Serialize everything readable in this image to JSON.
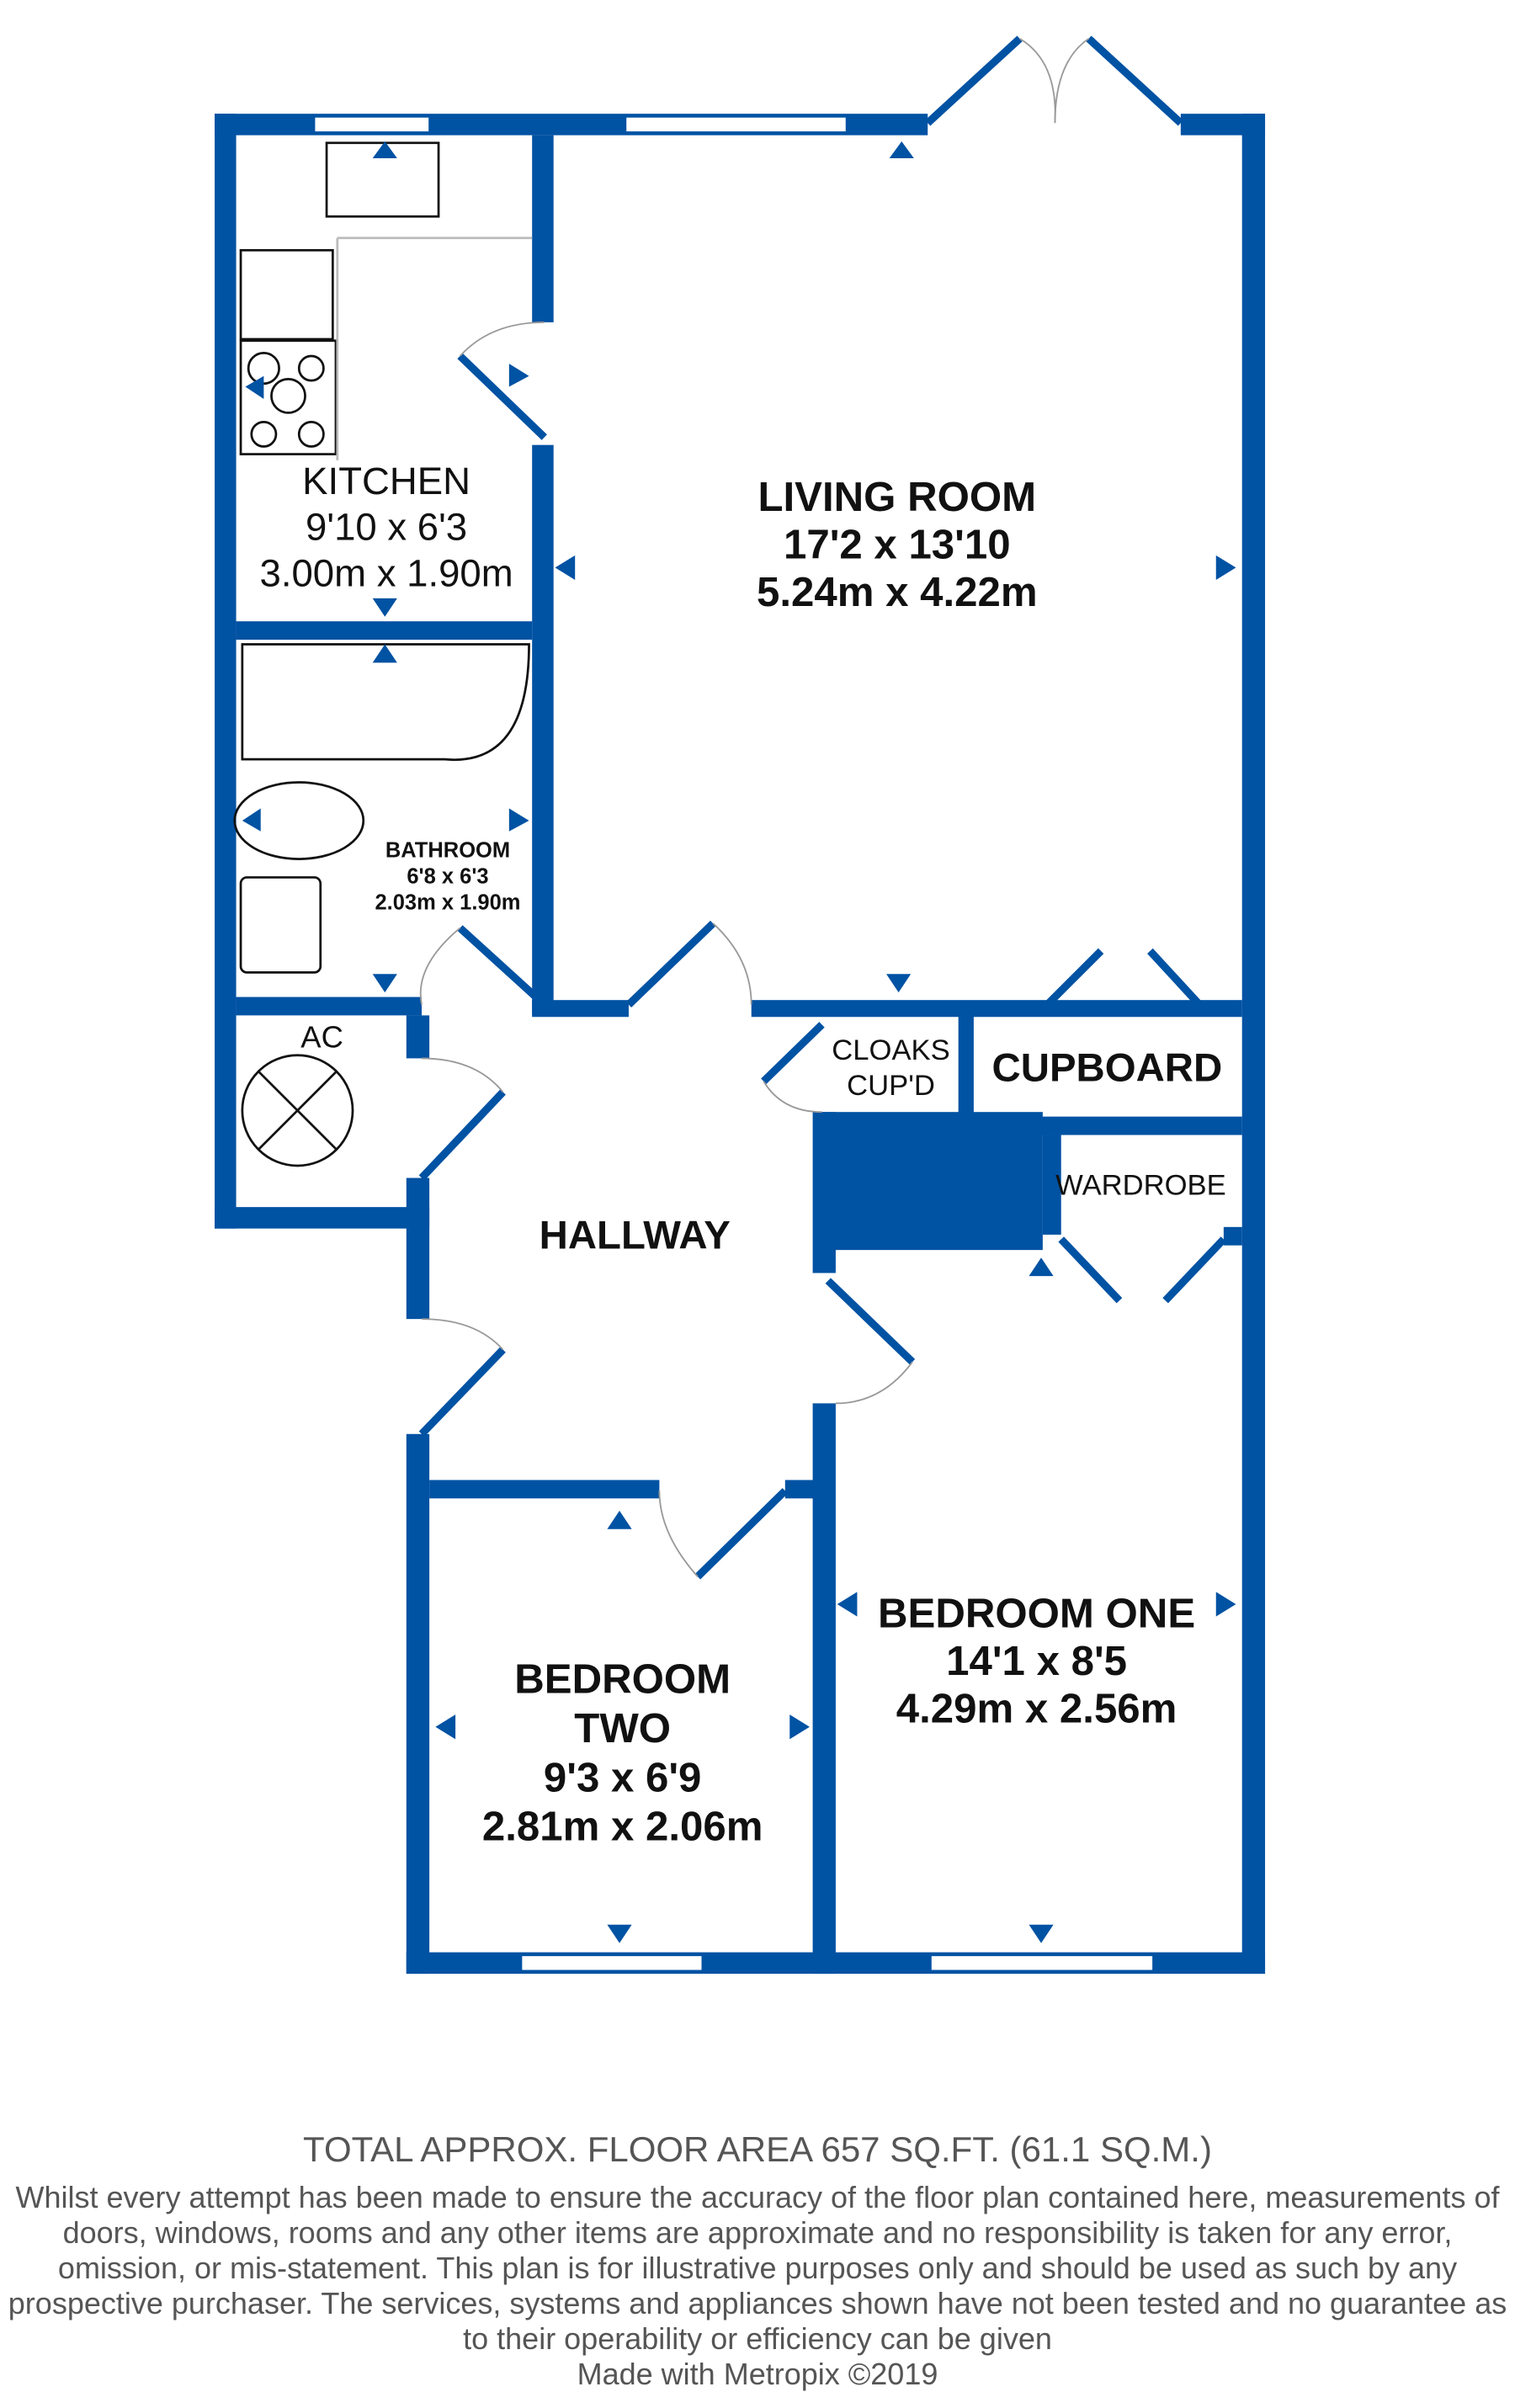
{
  "colors": {
    "wall": "#0052a3",
    "text": "#111111",
    "footer": "#555555"
  },
  "rooms": {
    "kitchen": {
      "name": "KITCHEN",
      "imperial": "9'10 x 6'3",
      "metric": "3.00m x 1.90m"
    },
    "living": {
      "name": "LIVING ROOM",
      "imperial": "17'2 x 13'10",
      "metric": "5.24m x 4.22m"
    },
    "bathroom": {
      "name": "BATHROOM",
      "imperial": "6'8 x 6'3",
      "metric": "2.03m x 1.90m"
    },
    "ac": {
      "name": "AC"
    },
    "cloaks": {
      "line1": "CLOAKS",
      "line2": "CUP'D"
    },
    "cupboard": {
      "name": "CUPBOARD"
    },
    "wardrobe": {
      "name": "WARDROBE"
    },
    "hallway": {
      "name": "HALLWAY"
    },
    "bedroom_one": {
      "name": "BEDROOM ONE",
      "imperial": "14'1 x 8'5",
      "metric": "4.29m x 2.56m"
    },
    "bedroom_two": {
      "line1": "BEDROOM",
      "line2": "TWO",
      "imperial": "9'3 x 6'9",
      "metric": "2.81m x 2.06m"
    }
  },
  "footer": {
    "total": "TOTAL APPROX. FLOOR AREA 657 SQ.FT. (61.1 SQ.M.)",
    "disclaimer": "Whilst every attempt has been made to ensure the accuracy of the floor plan contained here, measurements of doors, windows, rooms and any other items are approximate and no responsibility is taken for any error, omission, or mis-statement. This plan is for illustrative purposes only and should be used as such by any prospective purchaser. The services, systems and appliances shown have not been tested and no guarantee as to their operability or efficiency can be given",
    "made_with": "Made with Metropix ©2019"
  }
}
